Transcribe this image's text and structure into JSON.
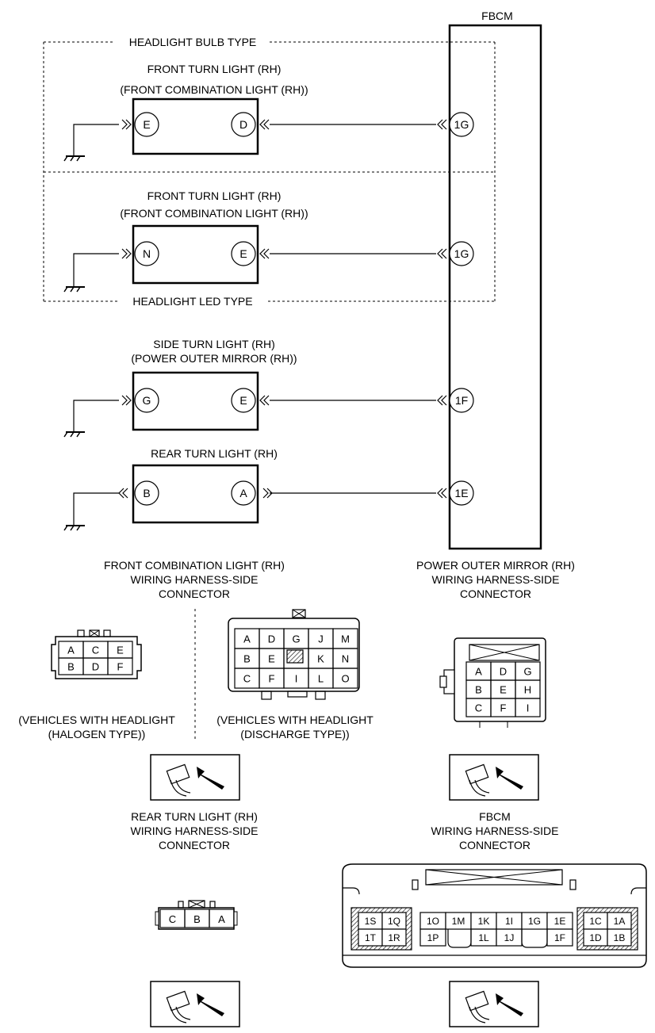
{
  "fbcm": {
    "title": "FBCM"
  },
  "sections": {
    "bulb_type": "HEADLIGHT BULB TYPE",
    "led_type": "HEADLIGHT LED TYPE"
  },
  "components": [
    {
      "title1": "FRONT TURN LIGHT (RH)",
      "title2": "(FRONT COMBINATION LIGHT (RH))",
      "pin_left": "E",
      "pin_right": "D",
      "fbcm_pin": "1G"
    },
    {
      "title1": "FRONT TURN LIGHT (RH)",
      "title2": "(FRONT COMBINATION LIGHT (RH))",
      "pin_left": "N",
      "pin_right": "E",
      "fbcm_pin": "1G"
    },
    {
      "title1": "SIDE TURN LIGHT (RH)",
      "title2": "(POWER OUTER MIRROR (RH))",
      "pin_left": "G",
      "pin_right": "E",
      "fbcm_pin": "1F"
    },
    {
      "title1": "REAR TURN LIGHT (RH)",
      "title2": "",
      "pin_left": "B",
      "pin_right": "A",
      "fbcm_pin": "1E"
    }
  ],
  "connectors": {
    "front_combination": {
      "title": [
        "FRONT COMBINATION LIGHT (RH)",
        "WIRING HARNESS-SIDE",
        "CONNECTOR"
      ],
      "halogen": {
        "rows": [
          [
            "A",
            "C",
            "E"
          ],
          [
            "B",
            "D",
            "F"
          ]
        ],
        "caption": [
          "(VEHICLES WITH HEADLIGHT",
          "(HALOGEN TYPE))"
        ]
      },
      "discharge": {
        "rows": [
          [
            "A",
            "D",
            "G",
            "J",
            "M"
          ],
          [
            "B",
            "E",
            "",
            "K",
            "N"
          ],
          [
            "C",
            "F",
            "I",
            "L",
            "O"
          ]
        ],
        "caption": [
          "(VEHICLES WITH HEADLIGHT",
          "(DISCHARGE TYPE))"
        ]
      }
    },
    "power_mirror": {
      "title": [
        "POWER OUTER MIRROR (RH)",
        "WIRING HARNESS-SIDE",
        "CONNECTOR"
      ],
      "rows": [
        [
          "A",
          "D",
          "G"
        ],
        [
          "B",
          "E",
          "H"
        ],
        [
          "C",
          "F",
          "I"
        ]
      ]
    },
    "rear_turn": {
      "title": [
        "REAR TURN LIGHT (RH)",
        "WIRING HARNESS-SIDE",
        "CONNECTOR"
      ],
      "cells": [
        "C",
        "B",
        "A"
      ]
    },
    "fbcm": {
      "title": [
        "FBCM",
        "WIRING HARNESS-SIDE",
        "CONNECTOR"
      ],
      "left_block": [
        [
          "1S",
          "1Q"
        ],
        [
          "1T",
          "1R"
        ]
      ],
      "middle_top": [
        "1O",
        "1M",
        "1K",
        "1I",
        "1G",
        "1E"
      ],
      "middle_bottom": [
        "1P",
        "1L",
        "1J",
        "1F"
      ],
      "right_block": [
        [
          "1C",
          "1A"
        ],
        [
          "1D",
          "1B"
        ]
      ]
    }
  }
}
